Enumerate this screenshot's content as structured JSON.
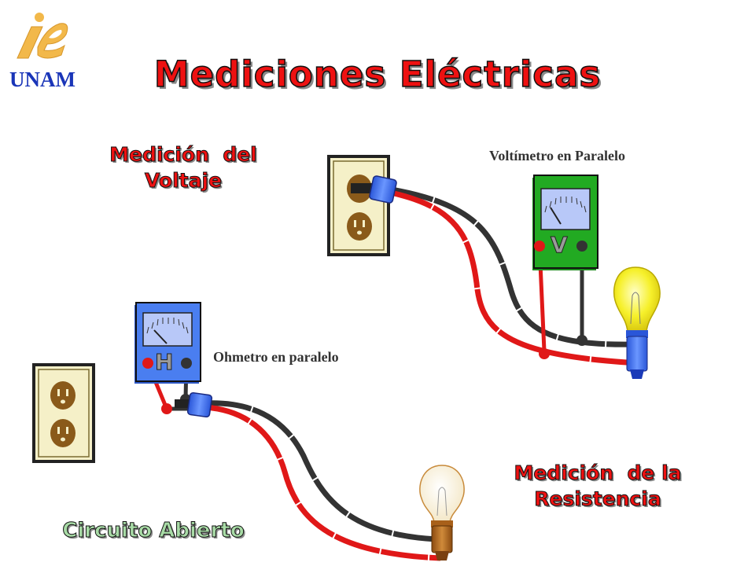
{
  "header": {
    "title": "Mediciones Eléctricas",
    "logo_text": "UNAM"
  },
  "sections": {
    "voltage_heading_line1": "Medición  del",
    "voltage_heading_line2": "Voltaje",
    "resistance_heading_line1": "Medición  de la",
    "resistance_heading_line2": "Resistencia",
    "open_circuit": "Circuito Abierto"
  },
  "captions": {
    "voltmeter": "Voltímetro en Paralelo",
    "ohmmeter": "Ohmetro en paralelo"
  },
  "meters": {
    "voltmeter_letter": "V",
    "ohmmeter_letter": "H"
  },
  "icons": {
    "logo": "iie-logo-icon",
    "outlet": "wall-outlet-icon",
    "meter": "analog-meter-icon",
    "bulb": "light-bulb-icon",
    "plug": "plug-icon"
  },
  "colors": {
    "title_red": "#ee1111",
    "logo_blue": "#1a35b8",
    "voltmeter_green": "#22aa22",
    "ohmmeter_blue": "#4a7ef0",
    "wire_red": "#e01818",
    "wire_black": "#333333",
    "open_circuit_green": "#a8dba6",
    "bulb_lit": "#f6f02a"
  }
}
